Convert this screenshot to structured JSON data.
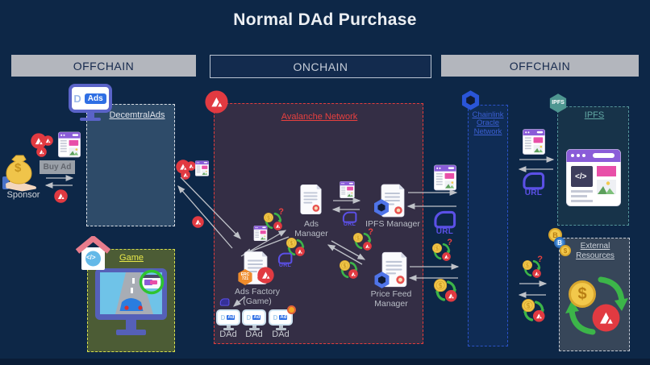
{
  "title": "Normal DAd Purchase",
  "lanes": {
    "left": "OFFCHAIN",
    "center": "ONCHAIN",
    "right": "OFFCHAIN"
  },
  "decentralads": {
    "title": "DecemtralAds",
    "logo": {
      "d": "D",
      "ads": "Ads"
    }
  },
  "sponsor": {
    "label": "Sponsor",
    "buy_button": "Buy Ad",
    "dollar": "$"
  },
  "game": {
    "title": "Game",
    "house_code": "</>"
  },
  "avalanche": {
    "title": "Avalanche Network",
    "ads_manager": "Ads Manager",
    "ipfs_manager": "IPFS Manager",
    "ads_factory": "Ads Factory (Game)",
    "price_feed": [
      "Price Feed",
      "Manager"
    ],
    "erc_badge": [
      "ERC",
      "721"
    ],
    "dads": [
      {
        "label": "DAd"
      },
      {
        "label": "DAd"
      },
      {
        "label": "DAd"
      }
    ],
    "dad_logo": {
      "d": "D",
      "ad": "Ad"
    }
  },
  "chainlink": {
    "title": [
      "Chainlink",
      "Oracle",
      "Network"
    ]
  },
  "ipfs": {
    "title": "IPFS",
    "logo": "IPFS",
    "code": "</>"
  },
  "external": {
    "title": [
      "External",
      "Resources"
    ],
    "btc": "B",
    "dollar": "$"
  },
  "icons": {
    "url": "URL",
    "question": "?"
  },
  "colors": {
    "background": "#0d2747",
    "lane_fill": "#b3b6bd",
    "avalanche_red": "#e23b41",
    "avalanche_box": "#342e45",
    "decentralads_box": "#2e4a68",
    "game_box": "#4c5c35",
    "game_border": "#d5de4e",
    "chainlink_blue": "#2b52c8",
    "ipfs_teal": "#54949a",
    "external_box": "#374659",
    "arrow_gray": "#bfc2c8",
    "coin_yellow": "#f2c84b",
    "green": "#3cb549",
    "url_indigo": "#5b50e6",
    "ad_purple": "#8a5cd8",
    "ad_pink": "#e84fa8"
  }
}
